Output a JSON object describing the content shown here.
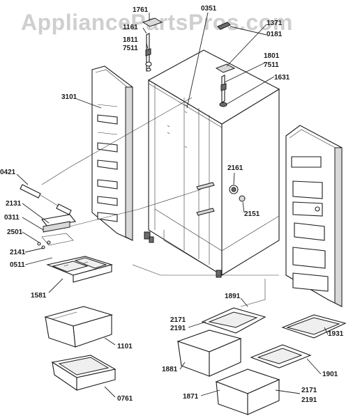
{
  "watermark": "AppliancePartsPros.com",
  "labels": {
    "l1761": "1761",
    "l1161": "1161",
    "l1811": "1811",
    "l7511a": "7511",
    "l0351": "0351",
    "l1371": "1371",
    "l0181": "0181",
    "l1801": "1801",
    "l7511b": "7511",
    "l1631": "1631",
    "l3101": "3101",
    "l0421": "0421",
    "l2131": "2131",
    "l0311": "0311",
    "l2501": "2501",
    "l2141": "2141",
    "l0511": "0511",
    "l2161": "2161",
    "l2151": "2151",
    "l1581": "1581",
    "l1101": "1101",
    "l0761": "0761",
    "l1891": "1891",
    "l2171a": "2171",
    "l2191a": "2191",
    "l1931": "1931",
    "l1881": "1881",
    "l1901": "1901",
    "l1871": "1871",
    "l2171b": "2171",
    "l2191b": "2191"
  }
}
